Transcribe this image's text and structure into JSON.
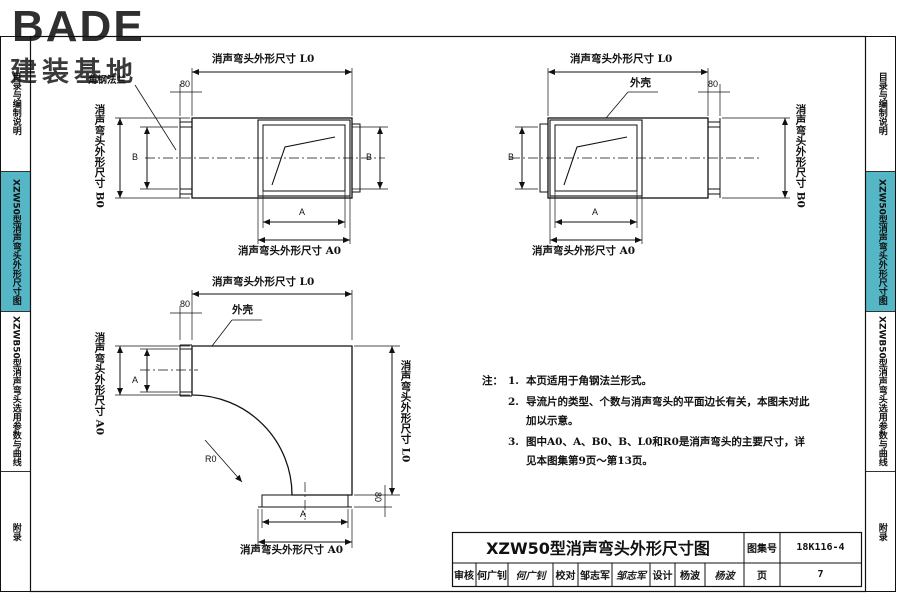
{
  "logo": {
    "brand_en": "BADE",
    "brand_cn": "建装基地"
  },
  "left_tabs": [
    {
      "label": "目录与编制说明",
      "active": false
    },
    {
      "label": "XZW50型消声弯头外形尺寸图",
      "active": true
    },
    {
      "label": "XZWB50型消声弯头选用参数与曲线",
      "active": false
    },
    {
      "label": "附录",
      "active": false
    }
  ],
  "right_tabs": [
    {
      "label": "目录与编制说明",
      "active": false
    },
    {
      "label": "XZW50型消声弯头外形尺寸图",
      "active": true
    },
    {
      "label": "XZWB50型消声弯头选用参数与曲线",
      "active": false
    },
    {
      "label": "附录",
      "active": false
    }
  ],
  "drawing1": {
    "top_dim": "消声弯头外形尺寸 L0",
    "flange_dim": "80",
    "left_dim": "消声弯头外形尺寸 B0",
    "flange_label": "角钢法兰",
    "b_left": "B",
    "b_right": "B",
    "a_dim": "A",
    "bottom_dim": "消声弯头外形尺寸 A0"
  },
  "drawing2": {
    "top_dim": "消声弯头外形尺寸 L0",
    "flange_dim": "80",
    "shell_label": "外壳",
    "b_left": "B",
    "right_dim": "消声弯头外形尺寸 B0",
    "a_dim": "A",
    "bottom_dim": "消声弯头外形尺寸 A0"
  },
  "drawing3": {
    "top_dim": "消声弯头外形尺寸 L0",
    "flange_dim": "80",
    "shell_label": "外壳",
    "left_dim": "消声弯头外形尺寸 A0",
    "a_left": "A",
    "radius": "R0",
    "right_dim": "消声弯头外形尺寸 L0",
    "flange_dim_bottom": "80",
    "a_bottom": "A",
    "bottom_dim": "消声弯头外形尺寸 A0"
  },
  "notes": {
    "heading": "注：",
    "items": [
      {
        "num": "1.",
        "text": "本页适用于角钢法兰形式。"
      },
      {
        "num": "2.",
        "text": "导流片的类型、个数与消声弯头的平面边长有关，本图未对此加以示意。"
      },
      {
        "num": "3.",
        "text": "图中A0、A、B0、B、L0和R0是消声弯头的主要尺寸，详见本图集第9页～第13页。"
      }
    ]
  },
  "title_block": {
    "title": "XZW50型消声弯头外形尺寸图",
    "atlas_label": "图集号",
    "atlas_no": "18K116-4",
    "review_label": "审核",
    "review_name": "何广钊",
    "review_sig": "何广钊",
    "check_label": "校对",
    "check_name": "邹志军",
    "check_sig": "邹志军",
    "design_label": "设计",
    "design_name": "杨波",
    "design_sig": "杨波",
    "page_label": "页",
    "page_no": "7"
  }
}
